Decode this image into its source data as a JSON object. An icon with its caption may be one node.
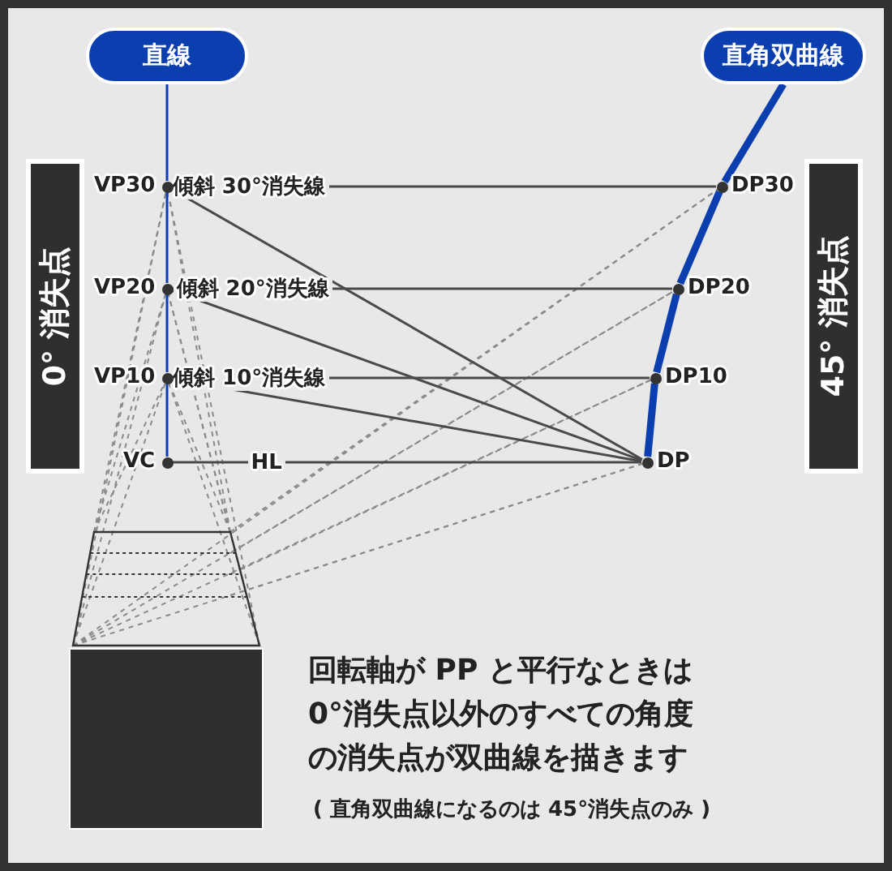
{
  "diagram": {
    "nodes": [
      {
        "text": [
          "直線"
        ]
      },
      {
        "text": [
          "直角双曲線"
        ]
      },
      {
        "text": [
          "0° 消失点"
        ]
      },
      {
        "text": [
          "45° 消失点"
        ]
      },
      {
        "text": [],
        "shape": "circle",
        "beside": [
          "VP30"
        ]
      },
      {
        "text": [],
        "shape": "circle",
        "beside": [
          "DP30"
        ]
      },
      {
        "text": [],
        "shape": "circle",
        "beside": [
          "VP20"
        ]
      },
      {
        "text": [],
        "shape": "circle",
        "beside": [
          "DP20"
        ]
      },
      {
        "text": [],
        "shape": "circle",
        "beside": [
          "VP10"
        ]
      },
      {
        "text": [],
        "shape": "circle",
        "beside": [
          "DP10"
        ]
      },
      {
        "text": [],
        "shape": "circle",
        "beside": [
          "VC"
        ]
      },
      {
        "text": [],
        "shape": "circle",
        "beside": [
          "DP"
        ]
      }
    ],
    "edges": [
      {
        "from": 0,
        "to": 4,
        "arrow": "none"
      },
      {
        "from": 4,
        "to": 6,
        "arrow": "none"
      },
      {
        "from": 6,
        "to": 8,
        "arrow": "none"
      },
      {
        "from": 8,
        "to": 10,
        "arrow": "none"
      },
      {
        "from": 1,
        "to": 5,
        "arrow": "none",
        "style": "thick"
      },
      {
        "from": 5,
        "to": 7,
        "arrow": "none",
        "style": "thick"
      },
      {
        "from": 7,
        "to": 9,
        "arrow": "none",
        "style": "thick"
      },
      {
        "from": 9,
        "to": 11,
        "arrow": "none",
        "style": "thick"
      },
      {
        "from": 4,
        "to": 5,
        "arrow": "none",
        "label": "傾斜 30°消失線",
        "color": "#4a4a4a"
      },
      {
        "from": 6,
        "to": 7,
        "arrow": "none",
        "label": "傾斜 20°消失線",
        "color": "#4a4a4a"
      },
      {
        "from": 8,
        "to": 9,
        "arrow": "none",
        "label": "傾斜 10°消失線",
        "color": "#4a4a4a"
      },
      {
        "from": 10,
        "to": 11,
        "arrow": "none",
        "label": "HL",
        "color": "#4a4a4a"
      },
      {
        "from": 4,
        "to": 11,
        "arrow": "none",
        "color": "#4a4a4a"
      },
      {
        "from": 6,
        "to": 11,
        "arrow": "none",
        "color": "#4a4a4a"
      },
      {
        "from": 8,
        "to": 11,
        "arrow": "none",
        "color": "#4a4a4a"
      }
    ],
    "labels": [
      "回転軸が PP と平行なときは0°消失点以外のすべての角度の消失点が双曲線を描きます",
      "( 直角双曲線になるのは 45°消失点のみ )"
    ]
  }
}
